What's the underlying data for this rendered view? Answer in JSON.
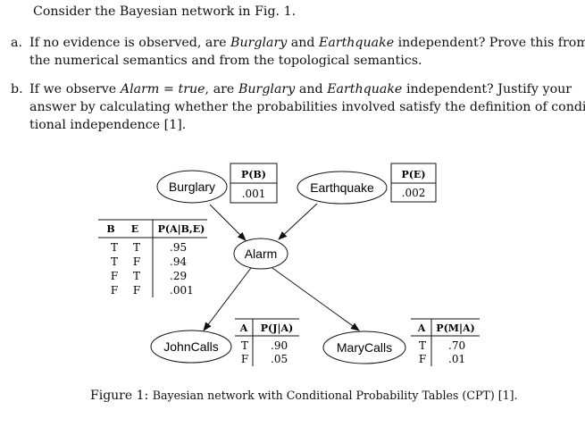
{
  "intro": "Consider the Bayesian network in Fig. 1.",
  "question_a": {
    "label": "a.",
    "line1_pre": "If no evidence is observed, are ",
    "burglary": "Burglary",
    "and": " and ",
    "earthquake": "Earthquake",
    "line1_post": " independent? Prove this from",
    "line2": "the numerical semantics and from the topological semantics."
  },
  "question_b": {
    "label": "b.",
    "line1_pre": "If we observe ",
    "alarm_eq": "Alarm = true",
    "line1_mid": ", are ",
    "burglary": "Burglary",
    "and": " and ",
    "earthquake": "Earthquake",
    "line1_post": " independent? Justify your",
    "line2": "answer by calculating whether the probabilities involved satisfy the definition of condi-",
    "line3": "tional independence [1]."
  },
  "nodes": {
    "burglary": "Burglary",
    "earthquake": "Earthquake",
    "alarm": "Alarm",
    "johncalls": "JohnCalls",
    "marycalls": "MaryCalls"
  },
  "cpt_b": {
    "header": "P(B)",
    "value": ".001"
  },
  "cpt_e": {
    "header": "P(E)",
    "value": ".002"
  },
  "cpt_alarm": {
    "headers": [
      "B",
      "E",
      "P(A|B,E)"
    ],
    "rows": [
      [
        "T",
        "T",
        ".95"
      ],
      [
        "T",
        "F",
        ".94"
      ],
      [
        "F",
        "T",
        ".29"
      ],
      [
        "F",
        "F",
        ".001"
      ]
    ]
  },
  "cpt_john": {
    "headers": [
      "A",
      "P(J|A)"
    ],
    "rows": [
      [
        "T",
        ".90"
      ],
      [
        "F",
        ".05"
      ]
    ]
  },
  "cpt_mary": {
    "headers": [
      "A",
      "P(M|A)"
    ],
    "rows": [
      [
        "T",
        ".70"
      ],
      [
        "F",
        ".01"
      ]
    ]
  },
  "caption": {
    "figure": "Figure 1:",
    "text": "Bayesian network with Conditional Probability Tables (CPT) [1]."
  }
}
